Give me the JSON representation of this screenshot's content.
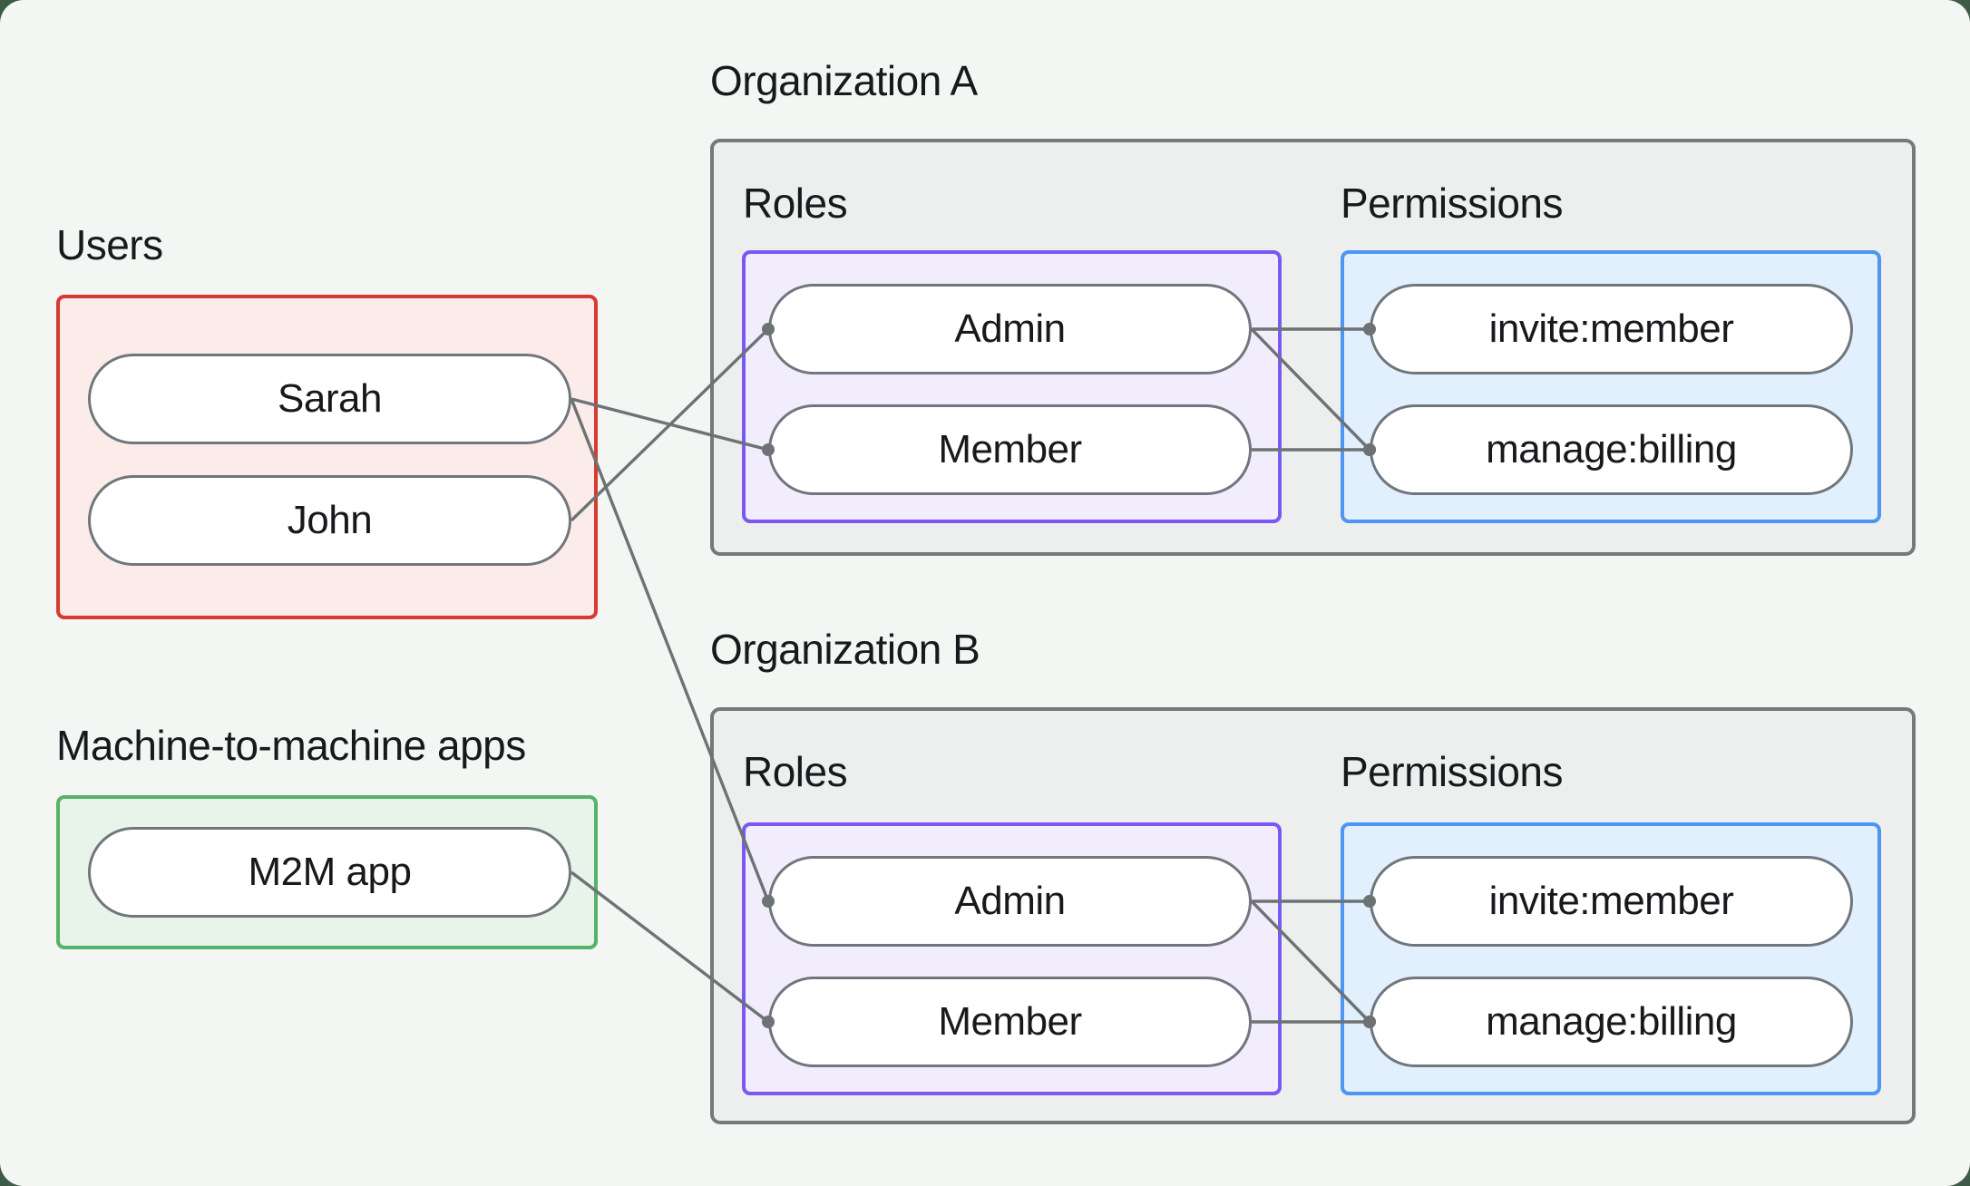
{
  "page": {
    "outer_background_color": "#3d5b47",
    "card_background_color": "#f4f6f4",
    "text_color": "#17191c"
  },
  "users_group": {
    "label": "Users",
    "border_color": "#d63b32",
    "fill_color": "#fcece9",
    "items": [
      {
        "id": "sarah",
        "label": "Sarah"
      },
      {
        "id": "john",
        "label": "John"
      }
    ]
  },
  "m2m_group": {
    "label": "Machine-to-machine apps",
    "border_color": "#57b269",
    "fill_color": "#e8f4e9",
    "items": [
      {
        "id": "m2m",
        "label": "M2M app"
      }
    ]
  },
  "organizations": [
    {
      "title": "Organization A",
      "roles_label": "Roles",
      "permissions_label": "Permissions",
      "box_border_color": "#75797a",
      "box_fill_color": "#edefee",
      "roles_border_color": "#7a58f1",
      "roles_fill_color": "#f2edfc",
      "permissions_border_color": "#4e96f3",
      "permissions_fill_color": "#e2effc",
      "roles": [
        {
          "id": "org-a-admin",
          "label": "Admin"
        },
        {
          "id": "org-a-member",
          "label": "Member"
        }
      ],
      "permissions": [
        {
          "id": "org-a-invite",
          "label": "invite:member"
        },
        {
          "id": "org-a-manage",
          "label": "manage:billing"
        }
      ]
    },
    {
      "title": "Organization B",
      "roles_label": "Roles",
      "permissions_label": "Permissions",
      "box_border_color": "#75797a",
      "box_fill_color": "#edefee",
      "roles_border_color": "#7a58f1",
      "roles_fill_color": "#f2edfc",
      "permissions_border_color": "#4e96f3",
      "permissions_fill_color": "#e2effc",
      "roles": [
        {
          "id": "org-b-admin",
          "label": "Admin"
        },
        {
          "id": "org-b-member",
          "label": "Member"
        }
      ],
      "permissions": [
        {
          "id": "org-b-invite",
          "label": "invite:member"
        },
        {
          "id": "org-b-manage",
          "label": "manage:billing"
        }
      ]
    }
  ],
  "connections": [
    {
      "from": "john",
      "to": "org-a-admin"
    },
    {
      "from": "sarah",
      "to": "org-a-member"
    },
    {
      "from": "sarah",
      "to": "org-b-admin"
    },
    {
      "from": "m2m",
      "to": "org-b-member"
    },
    {
      "from": "org-a-admin",
      "to": "org-a-invite"
    },
    {
      "from": "org-a-admin",
      "to": "org-a-manage"
    },
    {
      "from": "org-a-member",
      "to": "org-a-manage"
    },
    {
      "from": "org-b-admin",
      "to": "org-b-invite"
    },
    {
      "from": "org-b-admin",
      "to": "org-b-manage"
    },
    {
      "from": "org-b-member",
      "to": "org-b-manage"
    }
  ],
  "connector_style": {
    "color": "#6d7275",
    "line_width": 3.4,
    "dot_radius": 7
  }
}
